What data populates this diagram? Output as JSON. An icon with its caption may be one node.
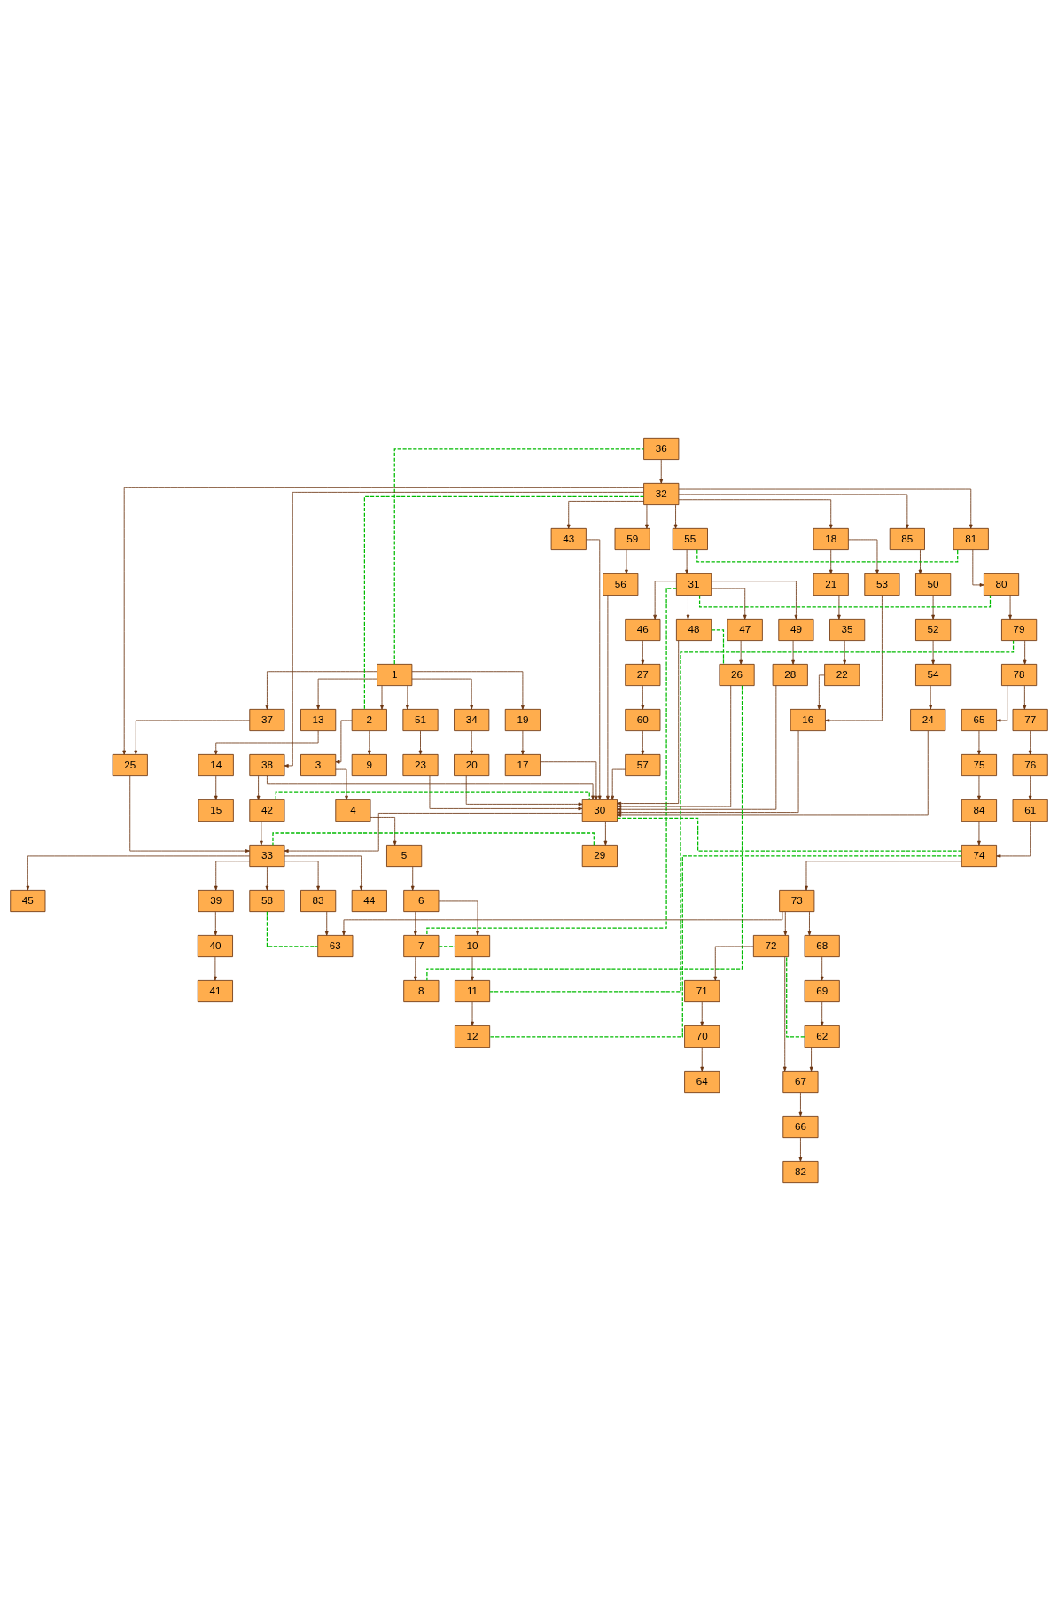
{
  "diagram": {
    "nodes": [
      {
        "text": [
          "1"
        ]
      },
      {
        "text": [
          "36"
        ]
      },
      {
        "text": [
          "34"
        ]
      },
      {
        "text": [
          "19"
        ]
      },
      {
        "text": [
          "51"
        ]
      },
      {
        "text": [
          "32"
        ]
      },
      {
        "text": [
          "2"
        ]
      },
      {
        "text": [
          "37"
        ]
      },
      {
        "text": [
          "13"
        ]
      },
      {
        "text": [
          "20"
        ]
      },
      {
        "text": [
          "17"
        ]
      },
      {
        "text": [
          "23"
        ]
      },
      {
        "text": [
          "38"
        ]
      },
      {
        "text": [
          "18"
        ]
      },
      {
        "text": [
          "59"
        ]
      },
      {
        "text": [
          "85"
        ]
      },
      {
        "text": [
          "43"
        ]
      },
      {
        "text": [
          "55"
        ]
      },
      {
        "text": [
          "81"
        ]
      },
      {
        "text": [
          "9"
        ]
      },
      {
        "text": [
          "3"
        ]
      },
      {
        "text": [
          "25"
        ]
      },
      {
        "text": [
          "14"
        ]
      },
      {
        "text": [
          "21"
        ]
      },
      {
        "text": [
          "53"
        ]
      },
      {
        "text": [
          "56"
        ]
      },
      {
        "text": [
          "50"
        ]
      },
      {
        "text": [
          "4"
        ]
      },
      {
        "text": [
          "15"
        ]
      },
      {
        "text": [
          "35"
        ]
      },
      {
        "text": [
          "52"
        ]
      },
      {
        "text": [
          "5"
        ]
      },
      {
        "text": [
          "22"
        ]
      },
      {
        "text": [
          "54"
        ]
      },
      {
        "text": [
          "6"
        ]
      },
      {
        "text": [
          "16"
        ]
      },
      {
        "text": [
          "24"
        ]
      },
      {
        "text": [
          "31"
        ]
      },
      {
        "text": [
          "80"
        ]
      },
      {
        "text": [
          "7"
        ]
      },
      {
        "text": [
          "10"
        ]
      },
      {
        "text": [
          "47"
        ]
      },
      {
        "text": [
          "46"
        ]
      },
      {
        "text": [
          "49"
        ]
      },
      {
        "text": [
          "79"
        ]
      },
      {
        "text": [
          "11"
        ]
      },
      {
        "text": [
          "48"
        ]
      },
      {
        "text": [
          "26"
        ]
      },
      {
        "text": [
          "8"
        ]
      },
      {
        "text": [
          "27"
        ]
      },
      {
        "text": [
          "28"
        ]
      },
      {
        "text": [
          "78"
        ]
      },
      {
        "text": [
          "60"
        ]
      },
      {
        "text": [
          "77"
        ]
      },
      {
        "text": [
          "65"
        ]
      },
      {
        "text": [
          "57"
        ]
      },
      {
        "text": [
          "76"
        ]
      },
      {
        "text": [
          "75"
        ]
      },
      {
        "text": [
          "61"
        ]
      },
      {
        "text": [
          "84"
        ]
      },
      {
        "text": [
          "42"
        ]
      },
      {
        "text": [
          "30"
        ]
      },
      {
        "text": [
          "74"
        ]
      },
      {
        "text": [
          "12"
        ]
      },
      {
        "text": [
          "29"
        ]
      },
      {
        "text": [
          "33"
        ]
      },
      {
        "text": [
          "73"
        ]
      },
      {
        "text": [
          "39"
        ]
      },
      {
        "text": [
          "44"
        ]
      },
      {
        "text": [
          "45"
        ]
      },
      {
        "text": [
          "83"
        ]
      },
      {
        "text": [
          "68"
        ]
      },
      {
        "text": [
          "58"
        ]
      },
      {
        "text": [
          "40"
        ]
      },
      {
        "text": [
          "63"
        ]
      },
      {
        "text": [
          "69"
        ]
      },
      {
        "text": [
          "41"
        ]
      },
      {
        "text": [
          "62"
        ]
      },
      {
        "text": [
          "72"
        ]
      },
      {
        "text": [
          "67"
        ]
      },
      {
        "text": [
          "71"
        ]
      },
      {
        "text": [
          "66"
        ]
      },
      {
        "text": [
          "70"
        ]
      },
      {
        "text": [
          "82"
        ]
      },
      {
        "text": [
          "64"
        ]
      }
    ],
    "edges": [
      {
        "from": 0,
        "to": 1,
        "arrow": "none",
        "style": "dashed",
        "color": "#00bb00"
      },
      {
        "from": 0,
        "to": 2,
        "arrow": "to"
      },
      {
        "from": 0,
        "to": 3,
        "arrow": "to"
      },
      {
        "from": 0,
        "to": 4,
        "arrow": "to"
      },
      {
        "from": 0,
        "to": 6,
        "arrow": "to"
      },
      {
        "from": 0,
        "to": 7,
        "arrow": "to"
      },
      {
        "from": 0,
        "to": 8,
        "arrow": "to"
      },
      {
        "from": 1,
        "to": 5,
        "arrow": "to"
      },
      {
        "from": 5,
        "to": 6,
        "arrow": "none",
        "style": "dashed",
        "color": "#00bb00"
      },
      {
        "from": 2,
        "to": 9,
        "arrow": "to"
      },
      {
        "from": 3,
        "to": 10,
        "arrow": "to"
      },
      {
        "from": 4,
        "to": 11,
        "arrow": "to"
      },
      {
        "from": 5,
        "to": 12,
        "arrow": "to"
      },
      {
        "from": 5,
        "to": 13,
        "arrow": "to"
      },
      {
        "from": 5,
        "to": 14,
        "arrow": "to"
      },
      {
        "from": 5,
        "to": 15,
        "arrow": "to"
      },
      {
        "from": 5,
        "to": 16,
        "arrow": "to"
      },
      {
        "from": 5,
        "to": 17,
        "arrow": "to"
      },
      {
        "from": 5,
        "to": 18,
        "arrow": "to"
      },
      {
        "from": 5,
        "to": 21,
        "arrow": "to"
      },
      {
        "from": 6,
        "to": 19,
        "arrow": "to"
      },
      {
        "from": 6,
        "to": 20,
        "arrow": "to"
      },
      {
        "from": 7,
        "to": 21,
        "arrow": "to"
      },
      {
        "from": 8,
        "to": 22,
        "arrow": "to"
      },
      {
        "from": 17,
        "to": 18,
        "arrow": "none",
        "style": "dashed",
        "color": "#00bb00"
      },
      {
        "from": 9,
        "to": 61,
        "arrow": "to"
      },
      {
        "from": 10,
        "to": 61,
        "arrow": "to"
      },
      {
        "from": 11,
        "to": 61,
        "arrow": "to"
      },
      {
        "from": 12,
        "to": 60,
        "arrow": "to"
      },
      {
        "from": 12,
        "to": 61,
        "arrow": "to"
      },
      {
        "from": 13,
        "to": 23,
        "arrow": "to"
      },
      {
        "from": 13,
        "to": 24,
        "arrow": "to"
      },
      {
        "from": 14,
        "to": 25,
        "arrow": "to"
      },
      {
        "from": 15,
        "to": 26,
        "arrow": "to"
      },
      {
        "from": 16,
        "to": 61,
        "arrow": "to"
      },
      {
        "from": 17,
        "to": 37,
        "arrow": "to"
      },
      {
        "from": 18,
        "to": 38,
        "arrow": "to"
      },
      {
        "from": 20,
        "to": 27,
        "arrow": "to"
      },
      {
        "from": 21,
        "to": 65,
        "arrow": "to"
      },
      {
        "from": 22,
        "to": 28,
        "arrow": "to"
      },
      {
        "from": 23,
        "to": 29,
        "arrow": "to"
      },
      {
        "from": 24,
        "to": 35,
        "arrow": "to"
      },
      {
        "from": 25,
        "to": 61,
        "arrow": "to"
      },
      {
        "from": 26,
        "to": 30,
        "arrow": "to"
      },
      {
        "from": 27,
        "to": 31,
        "arrow": "to"
      },
      {
        "from": 29,
        "to": 32,
        "arrow": "to"
      },
      {
        "from": 30,
        "to": 33,
        "arrow": "to"
      },
      {
        "from": 31,
        "to": 34,
        "arrow": "to"
      },
      {
        "from": 32,
        "to": 35,
        "arrow": "to"
      },
      {
        "from": 33,
        "to": 36,
        "arrow": "to"
      },
      {
        "from": 34,
        "to": 39,
        "arrow": "to"
      },
      {
        "from": 34,
        "to": 40,
        "arrow": "to"
      },
      {
        "from": 37,
        "to": 38,
        "arrow": "none",
        "style": "dashed",
        "color": "#00bb00"
      },
      {
        "from": 37,
        "to": 39,
        "arrow": "none",
        "style": "dashed",
        "color": "#00bb00"
      },
      {
        "from": 39,
        "to": 40,
        "arrow": "none",
        "style": "dashed",
        "color": "#00bb00"
      },
      {
        "from": 35,
        "to": 61,
        "arrow": "to"
      },
      {
        "from": 36,
        "to": 61,
        "arrow": "to"
      },
      {
        "from": 37,
        "to": 46,
        "arrow": "to"
      },
      {
        "from": 37,
        "to": 41,
        "arrow": "to"
      },
      {
        "from": 37,
        "to": 42,
        "arrow": "to"
      },
      {
        "from": 37,
        "to": 43,
        "arrow": "to"
      },
      {
        "from": 38,
        "to": 44,
        "arrow": "to"
      },
      {
        "from": 39,
        "to": 48,
        "arrow": "to"
      },
      {
        "from": 40,
        "to": 45,
        "arrow": "to"
      },
      {
        "from": 44,
        "to": 45,
        "arrow": "none",
        "style": "dashed",
        "color": "#00bb00"
      },
      {
        "from": 41,
        "to": 47,
        "arrow": "to"
      },
      {
        "from": 42,
        "to": 49,
        "arrow": "to"
      },
      {
        "from": 43,
        "to": 50,
        "arrow": "to"
      },
      {
        "from": 44,
        "to": 51,
        "arrow": "to"
      },
      {
        "from": 45,
        "to": 63,
        "arrow": "to"
      },
      {
        "from": 46,
        "to": 47,
        "arrow": "none",
        "style": "dashed",
        "color": "#00bb00"
      },
      {
        "from": 47,
        "to": 48,
        "arrow": "none",
        "style": "dashed",
        "color": "#00bb00"
      },
      {
        "from": 46,
        "to": 61,
        "arrow": "to"
      },
      {
        "from": 47,
        "to": 61,
        "arrow": "to"
      },
      {
        "from": 49,
        "to": 52,
        "arrow": "to"
      },
      {
        "from": 50,
        "to": 61,
        "arrow": "to"
      },
      {
        "from": 51,
        "to": 53,
        "arrow": "to"
      },
      {
        "from": 51,
        "to": 54,
        "arrow": "to"
      },
      {
        "from": 52,
        "to": 55,
        "arrow": "to"
      },
      {
        "from": 53,
        "to": 56,
        "arrow": "to"
      },
      {
        "from": 54,
        "to": 57,
        "arrow": "to"
      },
      {
        "from": 55,
        "to": 61,
        "arrow": "to"
      },
      {
        "from": 56,
        "to": 58,
        "arrow": "to"
      },
      {
        "from": 57,
        "to": 59,
        "arrow": "to"
      },
      {
        "from": 58,
        "to": 62,
        "arrow": "to"
      },
      {
        "from": 59,
        "to": 62,
        "arrow": "to"
      },
      {
        "from": 60,
        "to": 61,
        "arrow": "none",
        "style": "dashed",
        "color": "#00bb00"
      },
      {
        "from": 61,
        "to": 62,
        "arrow": "none",
        "style": "dashed",
        "color": "#00bb00"
      },
      {
        "from": 62,
        "to": 63,
        "arrow": "none",
        "style": "dashed",
        "color": "#00bb00"
      },
      {
        "from": 60,
        "to": 65,
        "arrow": "to"
      },
      {
        "from": 61,
        "to": 64,
        "arrow": "to"
      },
      {
        "from": 61,
        "to": 65,
        "arrow": "to"
      },
      {
        "from": 62,
        "to": 66,
        "arrow": "to"
      },
      {
        "from": 64,
        "to": 65,
        "arrow": "none",
        "style": "dashed",
        "color": "#00bb00"
      },
      {
        "from": 65,
        "to": 72,
        "arrow": "to"
      },
      {
        "from": 65,
        "to": 67,
        "arrow": "to"
      },
      {
        "from": 65,
        "to": 68,
        "arrow": "to"
      },
      {
        "from": 65,
        "to": 69,
        "arrow": "to"
      },
      {
        "from": 65,
        "to": 70,
        "arrow": "to"
      },
      {
        "from": 66,
        "to": 74,
        "arrow": "to"
      },
      {
        "from": 66,
        "to": 78,
        "arrow": "to"
      },
      {
        "from": 66,
        "to": 71,
        "arrow": "to"
      },
      {
        "from": 67,
        "to": 73,
        "arrow": "to"
      },
      {
        "from": 70,
        "to": 74,
        "arrow": "to"
      },
      {
        "from": 71,
        "to": 75,
        "arrow": "to"
      },
      {
        "from": 72,
        "to": 74,
        "arrow": "none",
        "style": "dashed",
        "color": "#00bb00"
      },
      {
        "from": 73,
        "to": 76,
        "arrow": "to"
      },
      {
        "from": 75,
        "to": 77,
        "arrow": "to"
      },
      {
        "from": 77,
        "to": 78,
        "arrow": "none",
        "style": "dashed",
        "color": "#00bb00"
      },
      {
        "from": 78,
        "to": 79,
        "arrow": "to"
      },
      {
        "from": 78,
        "to": 80,
        "arrow": "to"
      },
      {
        "from": 77,
        "to": 79,
        "arrow": "to"
      },
      {
        "from": 79,
        "to": 81,
        "arrow": "to"
      },
      {
        "from": 80,
        "to": 82,
        "arrow": "to"
      },
      {
        "from": 81,
        "to": 83,
        "arrow": "to"
      },
      {
        "from": 82,
        "to": 84,
        "arrow": "to"
      }
    ]
  }
}
